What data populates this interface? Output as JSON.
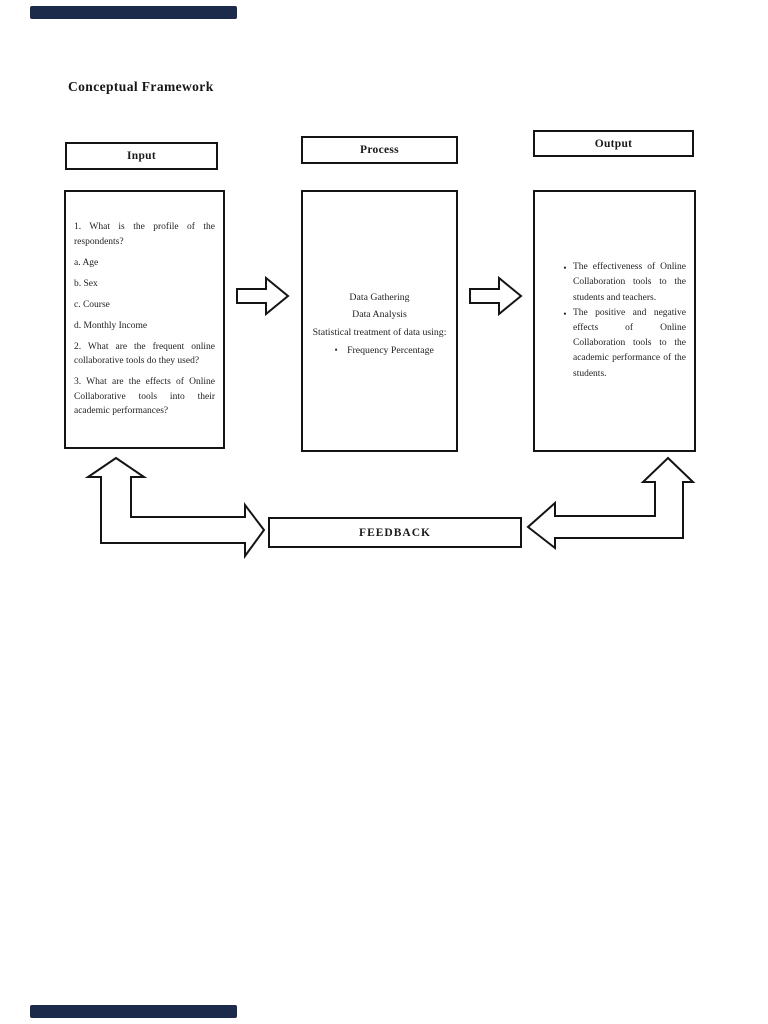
{
  "doc": {
    "title": "Conceptual Framework"
  },
  "input": {
    "header": "Input",
    "items": [
      "1. What is the profile of the respondents?",
      "a. Age",
      "b. Sex",
      "c. Course",
      "d. Monthly Income",
      "2. What are the frequent online collaborative tools do they used?",
      "3. What are the effects of Online Collaborative tools into their academic performances?"
    ]
  },
  "process": {
    "header": "Process",
    "items": [
      "Data Gathering",
      "Data Analysis",
      "Statistical treatment of data using:"
    ],
    "bullets": [
      "Frequency Percentage"
    ]
  },
  "output": {
    "header": "Output",
    "bullets": [
      "The effectiveness of Online Collaboration tools to the students and teachers.",
      "The positive and negative effects of Online Collaboration tools to the academic performance of the students."
    ]
  },
  "feedback": {
    "label": "FEEDBACK"
  },
  "glyphs": {
    "bullet": "•"
  },
  "colors": {
    "chrome_bar": "#1d2b4b",
    "box_border": "#141414",
    "page_background": "#ffffff",
    "text": "#222222"
  }
}
